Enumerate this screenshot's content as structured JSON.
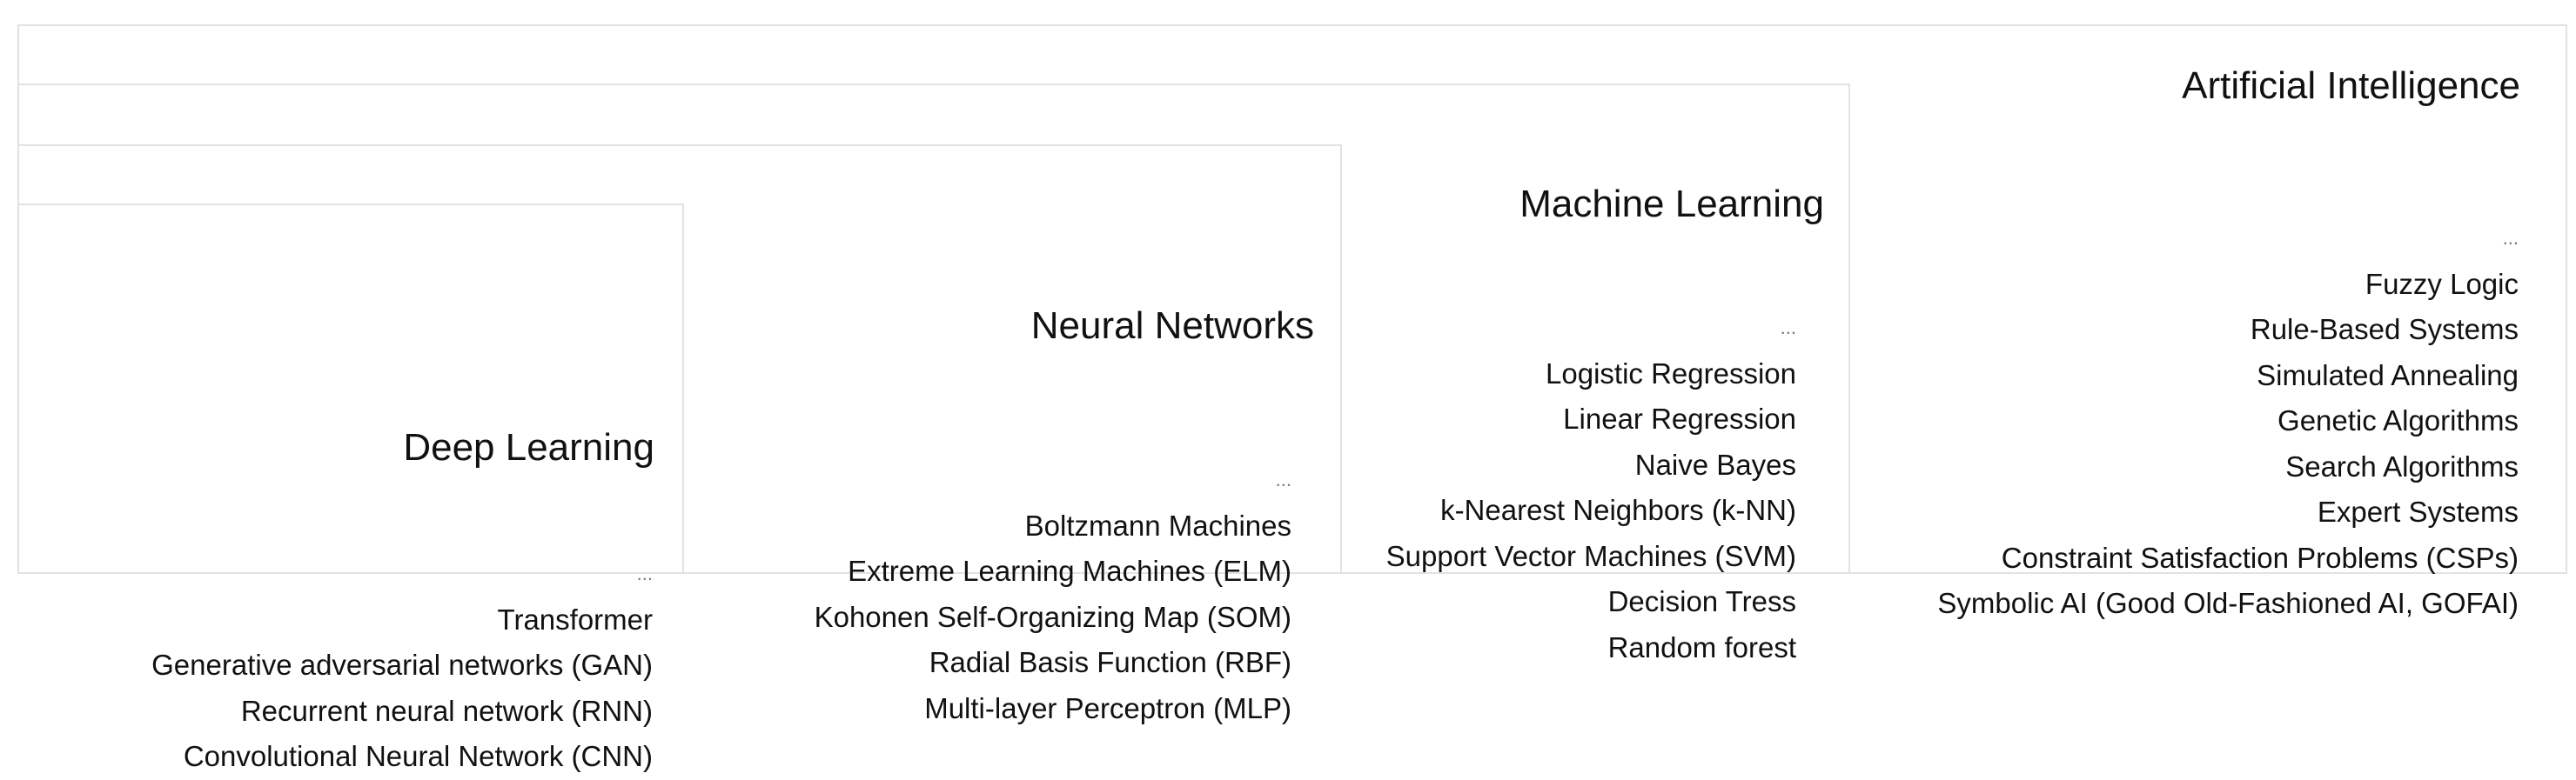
{
  "panels": {
    "ai": {
      "title": "Artificial Intelligence",
      "items": [
        "...",
        "Fuzzy Logic",
        "Rule-Based Systems",
        "Simulated Annealing",
        "Genetic Algorithms",
        "Search Algorithms",
        "Expert Systems",
        "Constraint Satisfaction Problems (CSPs)",
        "Symbolic AI (Good Old-Fashioned AI, GOFAI)"
      ]
    },
    "ml": {
      "title": "Machine Learning",
      "items": [
        "...",
        "Logistic Regression",
        "Linear Regression",
        "Naive Bayes",
        "k-Nearest Neighbors (k-NN)",
        "Support Vector Machines (SVM)",
        "Decision Tress",
        "Random forest"
      ]
    },
    "nn": {
      "title": "Neural Networks",
      "items": [
        "...",
        "Boltzmann Machines",
        "Extreme Learning Machines (ELM)",
        "Kohonen Self-Organizing Map (SOM)",
        "Radial Basis Function (RBF)",
        "Multi-layer Perceptron (MLP)"
      ]
    },
    "dl": {
      "title": "Deep Learning",
      "items": [
        "...",
        "Transformer",
        "Generative adversarial networks (GAN)",
        "Recurrent neural network (RNN)",
        "Convolutional Neural Network (CNN)"
      ]
    }
  },
  "colors": {
    "border": "#e2e2e2",
    "text": "#111111",
    "ellipsis": "#777777",
    "background": "#ffffff"
  }
}
